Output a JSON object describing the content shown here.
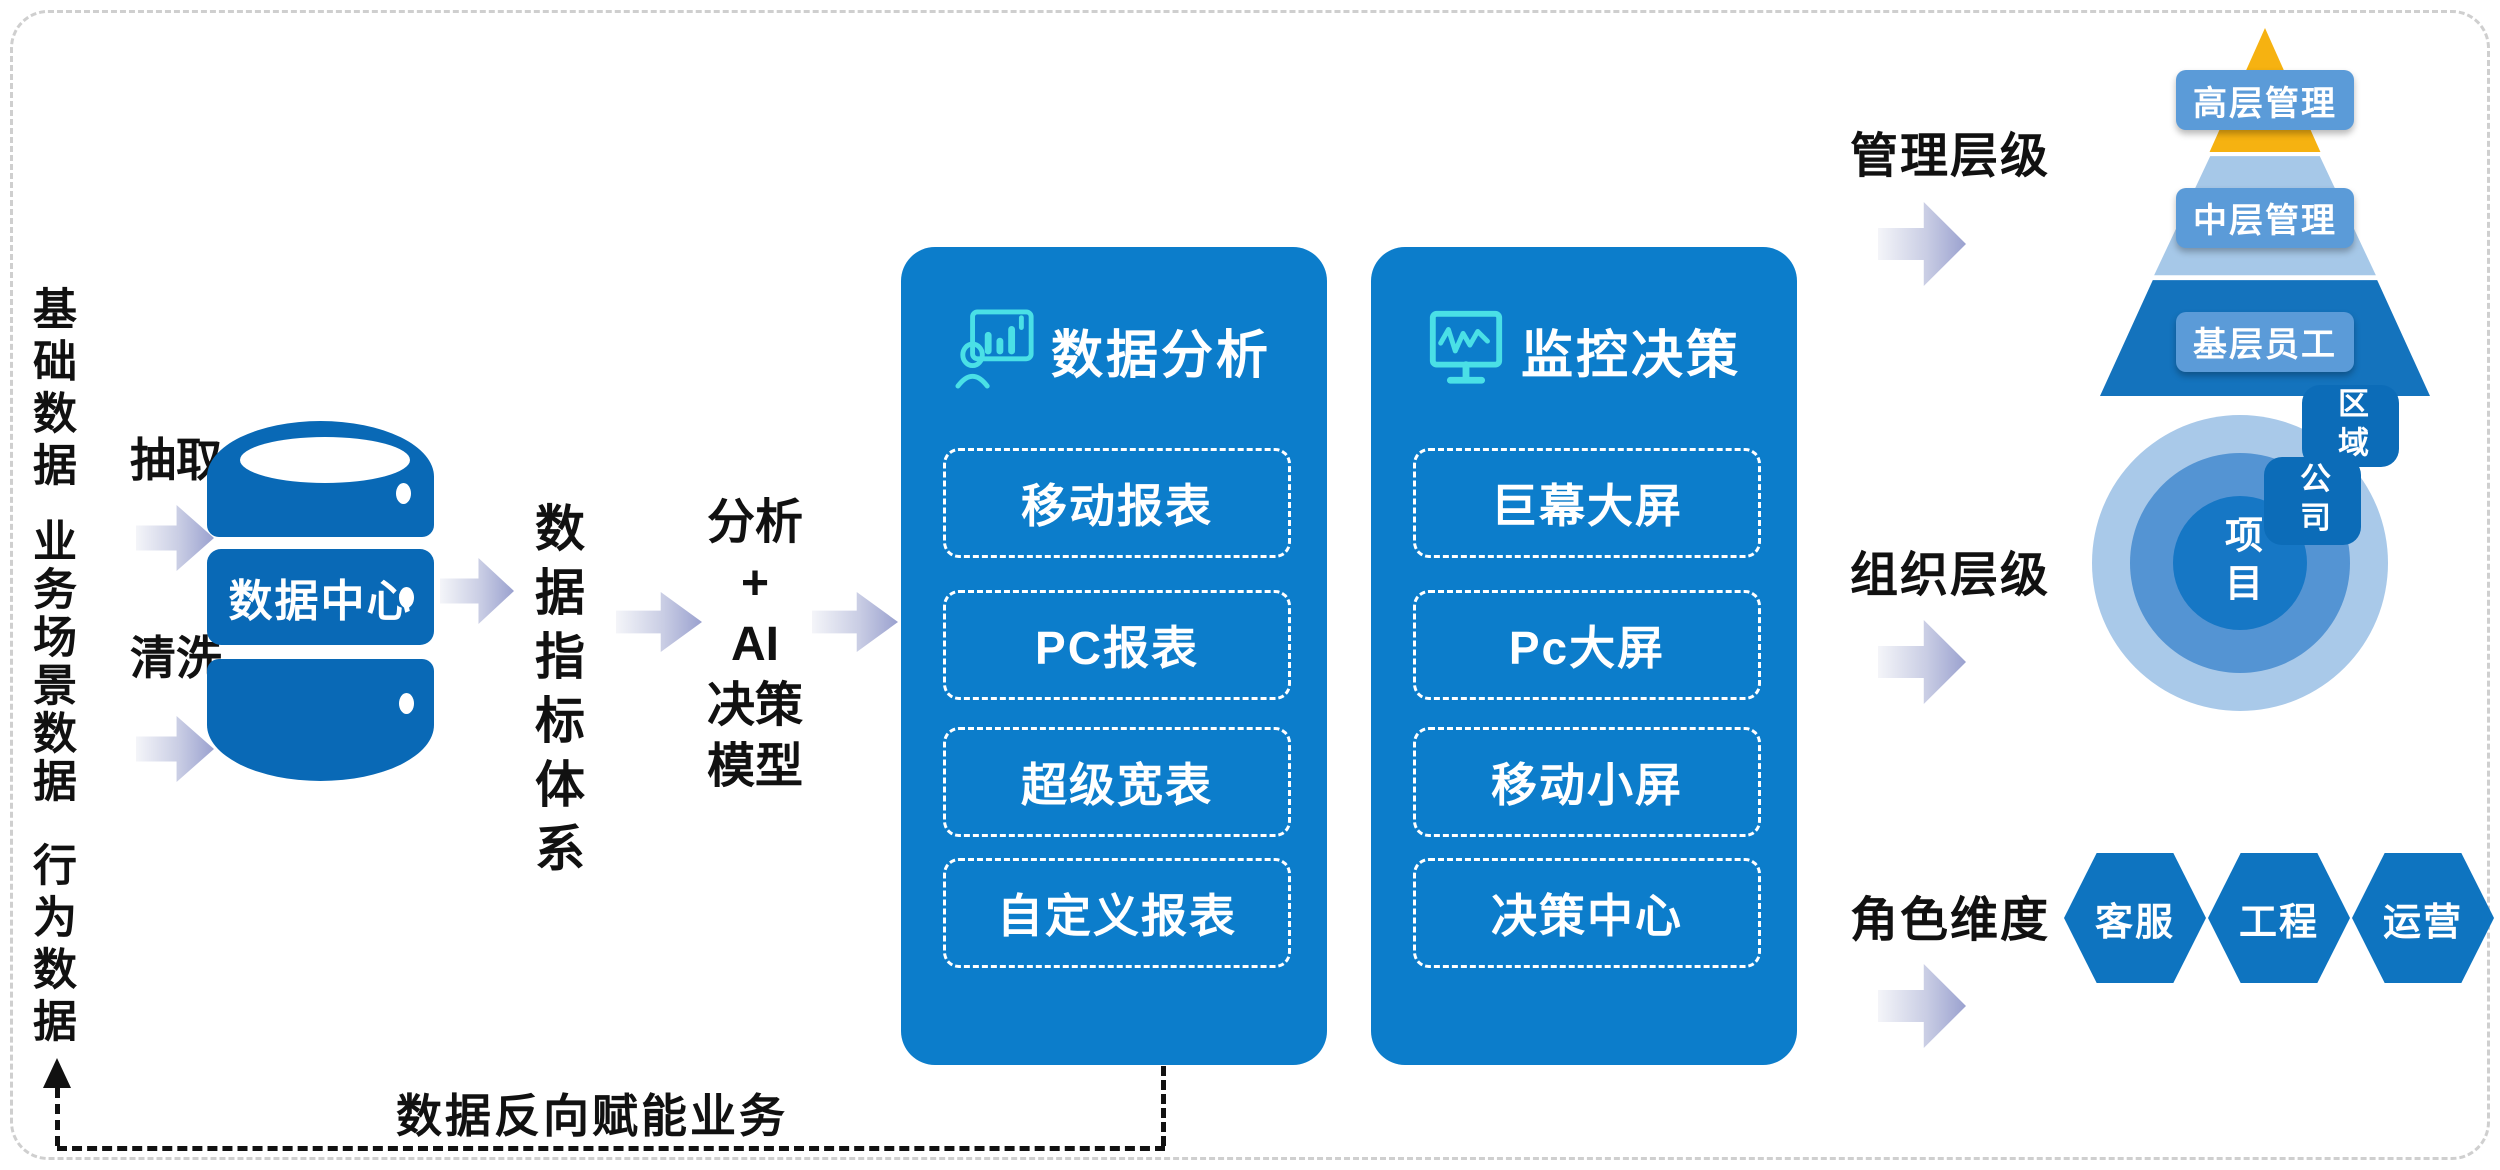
{
  "colors": {
    "panel-blue": "#0c7dcb",
    "db-blue": "#0969b6",
    "tag-blue": "#0c6cb8",
    "hex-blue": "#0e74c0",
    "icon-cyan": "#4ae0e6",
    "arrow-light": "#f4f5f9",
    "arrow-dark": "#9aa1cf",
    "pyramid-top": "#f6b211",
    "pyramid-mid": "#a6c8e8",
    "pyramid-bottom": "#1473bd",
    "chip-blue": "#5b9bd8",
    "ring-outer": "#a9c9e9",
    "ring-mid": "#5494d3",
    "ring-inner": "#1677c5",
    "text-black": "#111111"
  },
  "data_sources": {
    "items": [
      "基础数据",
      "业务场景数据",
      "行为数据"
    ]
  },
  "etl": {
    "extract": "抽取",
    "clean": "清洗"
  },
  "database": {
    "label": "数据中心"
  },
  "indicator_system": {
    "label": "数据指标体系"
  },
  "ai_model": {
    "lines": [
      "分析",
      "+",
      "AI",
      "决策",
      "模型"
    ]
  },
  "panels": [
    {
      "title": "数据分析",
      "icon": "presenter-bar-chart-icon",
      "items": [
        "移动报表",
        "PC报表",
        "超级宽表",
        "自定义报表"
      ]
    },
    {
      "title": "监控决策",
      "icon": "monitor-waveform-icon",
      "items": [
        "巨幕大屏",
        "Pc大屏",
        "移动小屏",
        "决策中心"
      ]
    }
  ],
  "management": {
    "label": "管理层级",
    "pyramid": [
      "高层管理",
      "中层管理",
      "基层员工"
    ]
  },
  "organization": {
    "label": "组织层级",
    "region": "区域",
    "company": "公司",
    "project": "项目"
  },
  "roles": {
    "label": "角色维度",
    "items": [
      "客服",
      "工程",
      "运营"
    ]
  },
  "feedback": {
    "label": "数据反向赋能业务"
  }
}
